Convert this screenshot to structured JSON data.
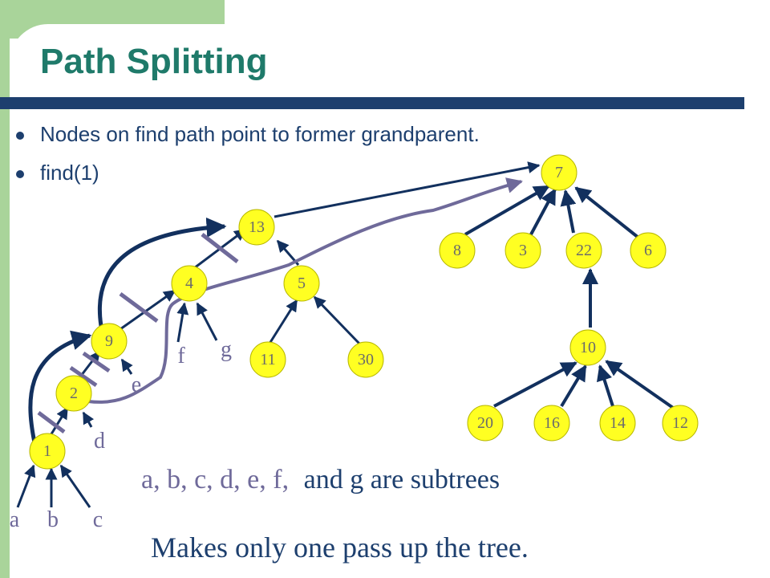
{
  "slide": {
    "title": "Path Splitting",
    "bullets": [
      "Nodes on find path point to former grandparent.",
      "find(1)"
    ]
  },
  "colors": {
    "title": "#1f7a6a",
    "rule": "#1d3f6e",
    "node_fill": "#ffff22",
    "node_text": "#6b6b6b",
    "edge": "#12305e",
    "path": "#6f6a9a",
    "accent_green": "#a9d49a"
  },
  "tree": {
    "nodes": [
      "7",
      "8",
      "3",
      "22",
      "6",
      "10",
      "20",
      "16",
      "14",
      "12",
      "13",
      "4",
      "5",
      "9",
      "2",
      "1",
      "11",
      "30"
    ]
  },
  "subtree_labels": [
    "a",
    "b",
    "c",
    "d",
    "e",
    "f",
    "g"
  ],
  "captions": {
    "subtrees_part1": "a, b, c, d, e, f,",
    "subtrees_part2": "and g are subtrees",
    "pass": "Makes only one pass up the tree."
  }
}
